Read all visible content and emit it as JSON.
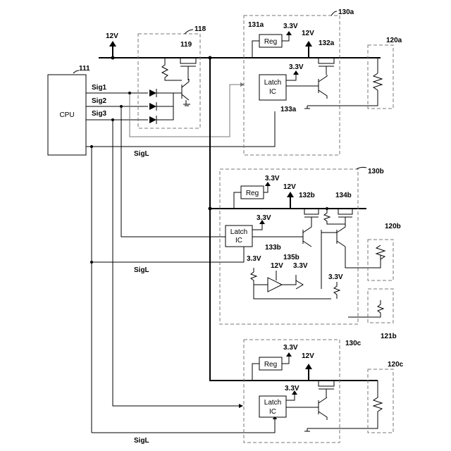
{
  "labels": {
    "cpu": "CPU",
    "cpu_ref": "111",
    "sig1": "Sig1",
    "sig2": "Sig2",
    "sig3": "Sig3",
    "sigl": "SigL",
    "v12": "12V",
    "v33": "3.3V",
    "reg": "Reg",
    "latch_line1": "Latch",
    "latch_line2": "IC",
    "ref_118": "118",
    "ref_119": "119",
    "ref_130a": "130a",
    "ref_131a": "131a",
    "ref_132a": "132a",
    "ref_133a": "133a",
    "ref_120a": "120a",
    "ref_130b": "130b",
    "ref_132b": "132b",
    "ref_134b": "134b",
    "ref_133b": "133b",
    "ref_135b": "135b",
    "ref_120b": "120b",
    "ref_121b": "121b",
    "ref_130c": "130c",
    "ref_120c": "120c"
  }
}
